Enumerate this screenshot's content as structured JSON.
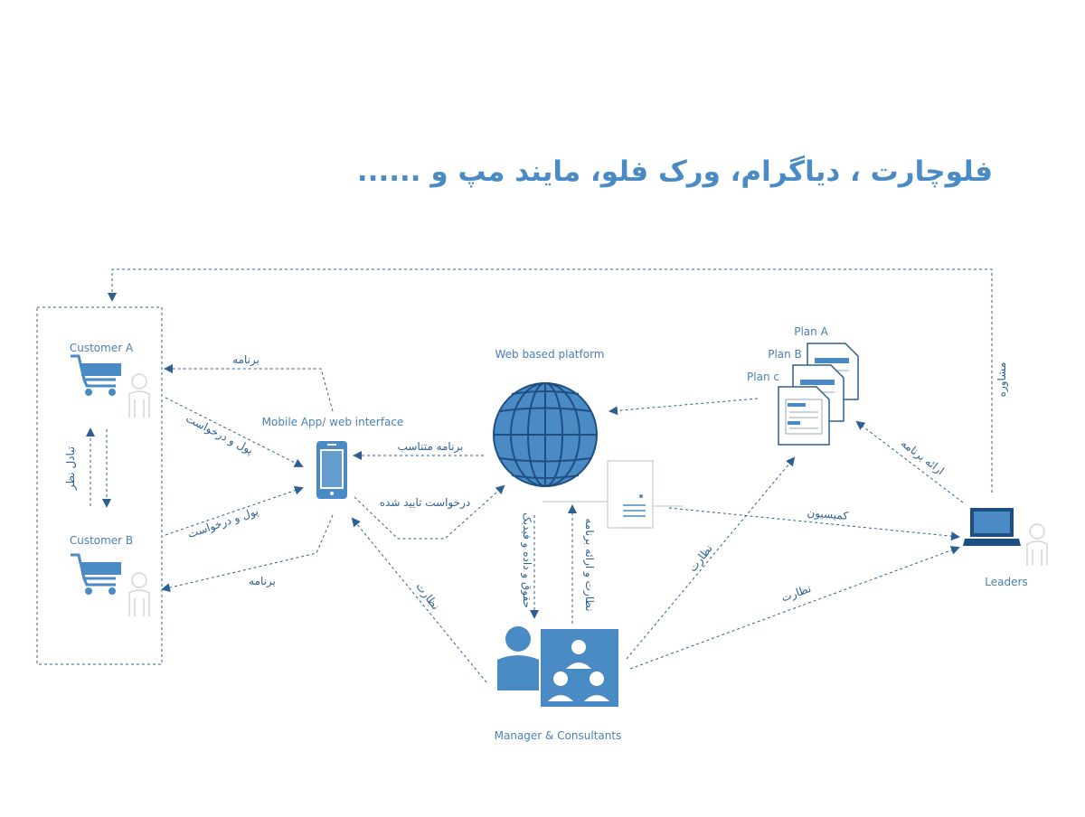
{
  "title": "فلوچارت ، دیاگرام، ورک فلو، مایند مپ و ......",
  "colors": {
    "accent": "#4a8bc5",
    "line": "#2e5f93",
    "light": "#cfd6dd"
  },
  "nodes": {
    "customer_a": "Customer A",
    "customer_b": "Customer B",
    "mobile_app": "Mobile App/ web interface",
    "web_platform": "Web based platform",
    "plan_a": "Plan A",
    "plan_b": "Plan B",
    "plan_c": "Plan c",
    "leaders": "Leaders",
    "manager": "Manager & Consultants"
  },
  "edges": {
    "exchange_opinion": "تبادل نظر",
    "program_to_a": "برنامه",
    "money_request_a": "پول و درخواست",
    "money_request_b": "پول و درخواست",
    "program_to_b": "برنامه",
    "suitable_program": "برنامه متناسب",
    "approved_request": "درخواست تایید شده",
    "rights_data_feedback": "حقوق و داده و فیدبک",
    "supervision_program": "نظارت و ارائه برنامه",
    "supervision_app": "نظارت",
    "supervision_plans": "نظارت",
    "supervision_leaders": "نظارت",
    "commission": "کمیسیون",
    "present_program": "ارائه برنامه",
    "consultation": "مشاوره"
  },
  "icons": [
    "shopping-cart-icon",
    "person-icon",
    "smartphone-icon",
    "globe-icon",
    "server-icon",
    "document-icon",
    "laptop-icon",
    "group-icon"
  ]
}
